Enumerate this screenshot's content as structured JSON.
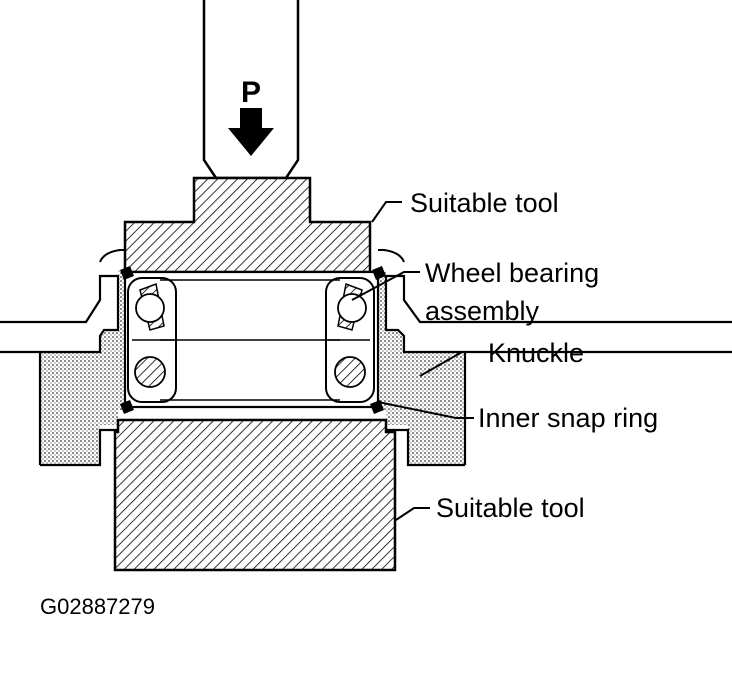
{
  "diagram": {
    "press_label": "P",
    "callouts": {
      "upper_tool": "Suitable tool",
      "bearing_line1": "Wheel bearing",
      "bearing_line2": "assembly",
      "knuckle": "Knuckle",
      "snap_ring": "Inner snap ring",
      "lower_tool": "Suitable tool"
    },
    "figure_id": "G02887279"
  },
  "colors": {
    "ink": "#000000",
    "paper": "#ffffff"
  }
}
